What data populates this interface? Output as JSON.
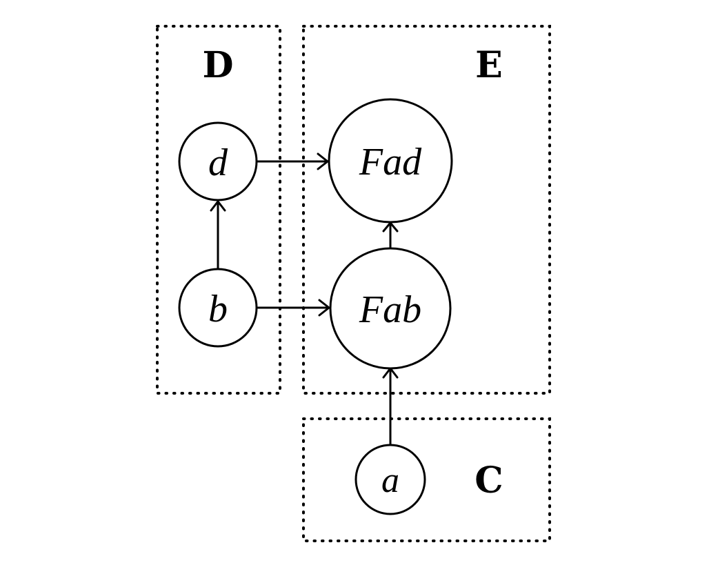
{
  "groups": [
    {
      "id": "D",
      "label": "D"
    },
    {
      "id": "E",
      "label": "E"
    },
    {
      "id": "C",
      "label": "C"
    }
  ],
  "nodes": [
    {
      "id": "d",
      "label": "d",
      "group": "D"
    },
    {
      "id": "b",
      "label": "b",
      "group": "D"
    },
    {
      "id": "Fad",
      "label": "Fad",
      "group": "E"
    },
    {
      "id": "Fab",
      "label": "Fab",
      "group": "E"
    },
    {
      "id": "a",
      "label": "a",
      "group": "C"
    }
  ],
  "edges": [
    {
      "from": "b",
      "to": "d"
    },
    {
      "from": "d",
      "to": "Fad"
    },
    {
      "from": "b",
      "to": "Fab"
    },
    {
      "from": "Fab",
      "to": "Fad"
    },
    {
      "from": "a",
      "to": "Fab"
    }
  ]
}
